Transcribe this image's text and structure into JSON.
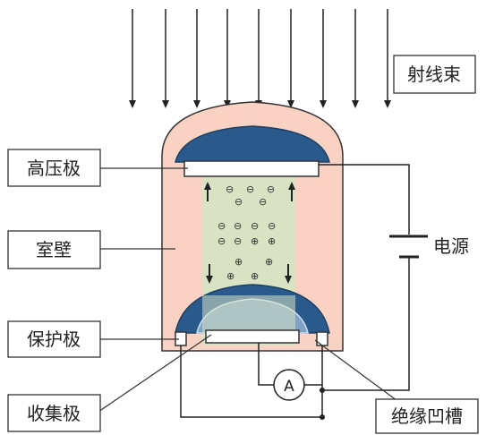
{
  "labels": {
    "beam": "射线束",
    "high_voltage_electrode": "高压极",
    "chamber_wall": "室壁",
    "guard_electrode": "保护极",
    "collecting_electrode": "收集极",
    "power_supply": "电源",
    "insulating_groove": "绝缘凹槽",
    "ammeter": "A"
  },
  "ions": {
    "negative_symbol": "⊖",
    "positive_symbol": "⊕"
  },
  "colors": {
    "chamber_wall": "#f9d2c3",
    "electrode_dome": "#2a5a8c",
    "ionization_volume": "#d7e4c4",
    "groove": "#7fa1c4",
    "outline": "#333333"
  }
}
